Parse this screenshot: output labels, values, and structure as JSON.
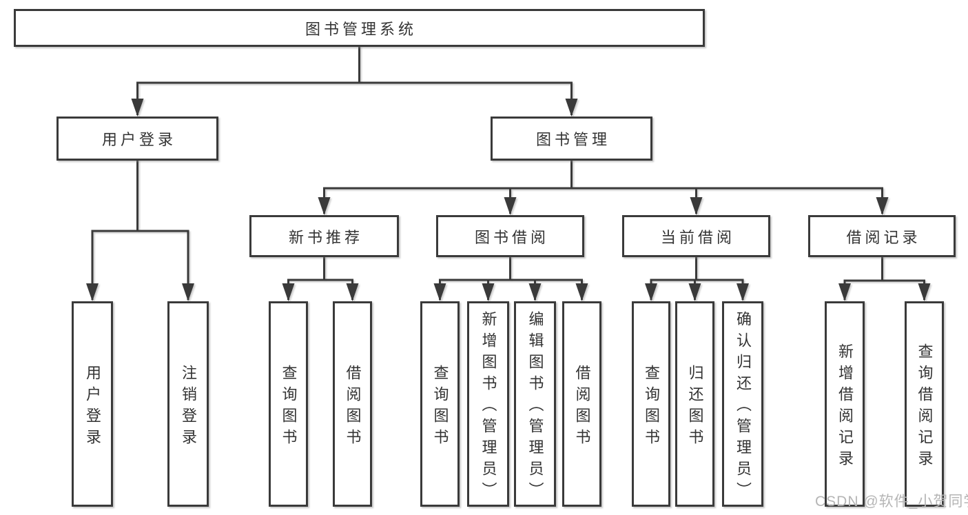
{
  "diagram": {
    "root": {
      "label": "图书管理系统"
    },
    "level2": [
      {
        "label": "用户登录"
      },
      {
        "label": "图书管理"
      }
    ],
    "level3": [
      {
        "label": "新书推荐"
      },
      {
        "label": "图书借阅"
      },
      {
        "label": "当前借阅"
      },
      {
        "label": "借阅记录"
      }
    ],
    "leaves": {
      "user_login_group": [
        {
          "label": "用户登录"
        },
        {
          "label": "注销登录"
        }
      ],
      "new_book_group": [
        {
          "label": "查询图书"
        },
        {
          "label": "借阅图书"
        }
      ],
      "book_borrow_group": [
        {
          "label": "查询图书"
        },
        {
          "label": "新增图书（管理员）"
        },
        {
          "label": "编辑图书（管理员）"
        },
        {
          "label": "借阅图书"
        }
      ],
      "current_borrow_group": [
        {
          "label": "查询图书"
        },
        {
          "label": "归还图书"
        },
        {
          "label": "确认归还（管理员）"
        }
      ],
      "borrow_record_group": [
        {
          "label": "新增借阅记录"
        },
        {
          "label": "查询借阅记录"
        }
      ]
    },
    "watermark": "CSDN @软件_小贺同学",
    "colors": {
      "line": "#3a3a3a",
      "box_border": "#3a3a3a",
      "text": "#333333",
      "watermark": "#b5b5b5",
      "background": "#ffffff"
    }
  }
}
